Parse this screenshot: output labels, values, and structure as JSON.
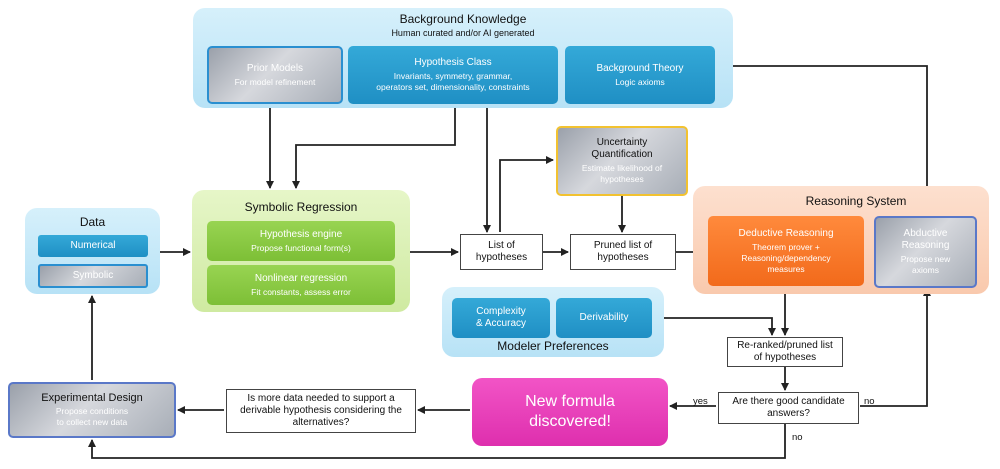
{
  "background_knowledge": {
    "title": "Background Knowledge",
    "subtitle": "Human curated and/or AI generated",
    "prior_models": {
      "title": "Prior Models",
      "subtitle": "For model refinement"
    },
    "hypothesis_class": {
      "title": "Hypothesis Class",
      "line1": "Invariants, symmetry, grammar,",
      "line2": "operators set, dimensionality, constraints"
    },
    "background_theory": {
      "title": "Background Theory",
      "subtitle": "Logic axioms"
    }
  },
  "data": {
    "title": "Data",
    "numerical": "Numerical",
    "symbolic": "Symbolic"
  },
  "symbolic_regression": {
    "title": "Symbolic Regression",
    "engine": {
      "title": "Hypothesis engine",
      "subtitle": "Propose functional form(s)"
    },
    "nonlinear": {
      "title": "Nonlinear regression",
      "subtitle": "Fit constants, assess error"
    }
  },
  "uncertainty": {
    "line1": "Uncertainty",
    "line2": "Quantification",
    "sub1": "Estimate likelihood of",
    "sub2": "hypotheses"
  },
  "list_of_hypotheses": {
    "line1": "List of",
    "line2": "hypotheses"
  },
  "pruned_list": {
    "line1": "Pruned list of",
    "line2": "hypotheses"
  },
  "reasoning_system": {
    "title": "Reasoning System",
    "deductive": {
      "title": "Deductive Reasoning",
      "line1": "Theorem prover +",
      "line2": "Reasoning/dependency",
      "line3": "measures"
    },
    "abductive": {
      "line1": "Abductive",
      "line2": "Reasoning",
      "sub1": "Propose new",
      "sub2": "axioms"
    }
  },
  "modeler_preferences": {
    "title": "Modeler Preferences",
    "complexity": {
      "line1": "Complexity",
      "line2": "& Accuracy"
    },
    "derivability": "Derivability"
  },
  "reranked": {
    "line1": "Re-ranked/pruned list",
    "line2": "of hypotheses"
  },
  "good_candidates": {
    "line1": "Are there good candidate",
    "line2": "answers?"
  },
  "new_formula": {
    "line1": "New formula",
    "line2": "discovered!"
  },
  "more_data": {
    "line1": "Is more data needed to support a",
    "line2": "derivable hypothesis considering the",
    "line3": "alternatives?"
  },
  "experimental_design": {
    "title": "Experimental Design",
    "sub1": "Propose conditions",
    "sub2": "to collect new data"
  },
  "edge_labels": {
    "yes": "yes",
    "no_right": "no",
    "no_bottom": "no"
  },
  "colors": {
    "blue": "#2a9fd6",
    "green": "#8ccb45",
    "orange": "#f47a2c",
    "magenta": "#e63fb8"
  }
}
